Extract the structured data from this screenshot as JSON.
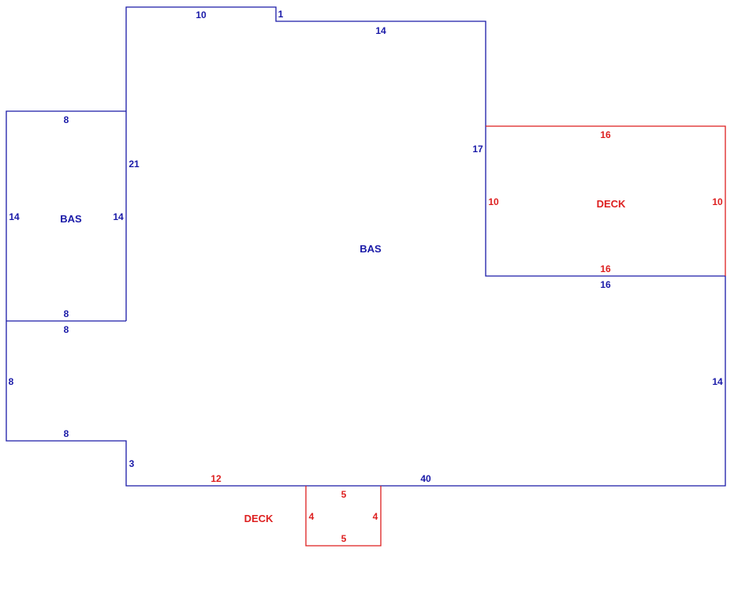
{
  "colors": {
    "living": "#1a1aa8",
    "deck": "#dd1f1f",
    "background": "#ffffff"
  },
  "areas": {
    "main_bas": "BAS",
    "west_bas": "BAS",
    "east_deck": "DECK",
    "south_deck": "DECK"
  },
  "dimensions": {
    "main_top_left": "10",
    "main_jog": "1",
    "main_top_right": "14",
    "main_right_upper": "17",
    "deck_bottom_outer": "16",
    "main_right_lower": "14",
    "main_bottom": "40",
    "main_bottom_deck_segment": "12",
    "main_left_small": "3",
    "main_left_upper": "21",
    "west_bas_top": "8",
    "west_bas_left": "14",
    "west_bas_right": "14",
    "west_bas_bottom": "8",
    "lower_wing_top": "8",
    "lower_wing_left": "8",
    "lower_wing_bottom": "8",
    "east_deck_top": "16",
    "east_deck_left": "10",
    "east_deck_right": "10",
    "east_deck_bottom": "16",
    "south_deck_top": "5",
    "south_deck_left": "4",
    "south_deck_right": "4",
    "south_deck_bottom": "5"
  }
}
